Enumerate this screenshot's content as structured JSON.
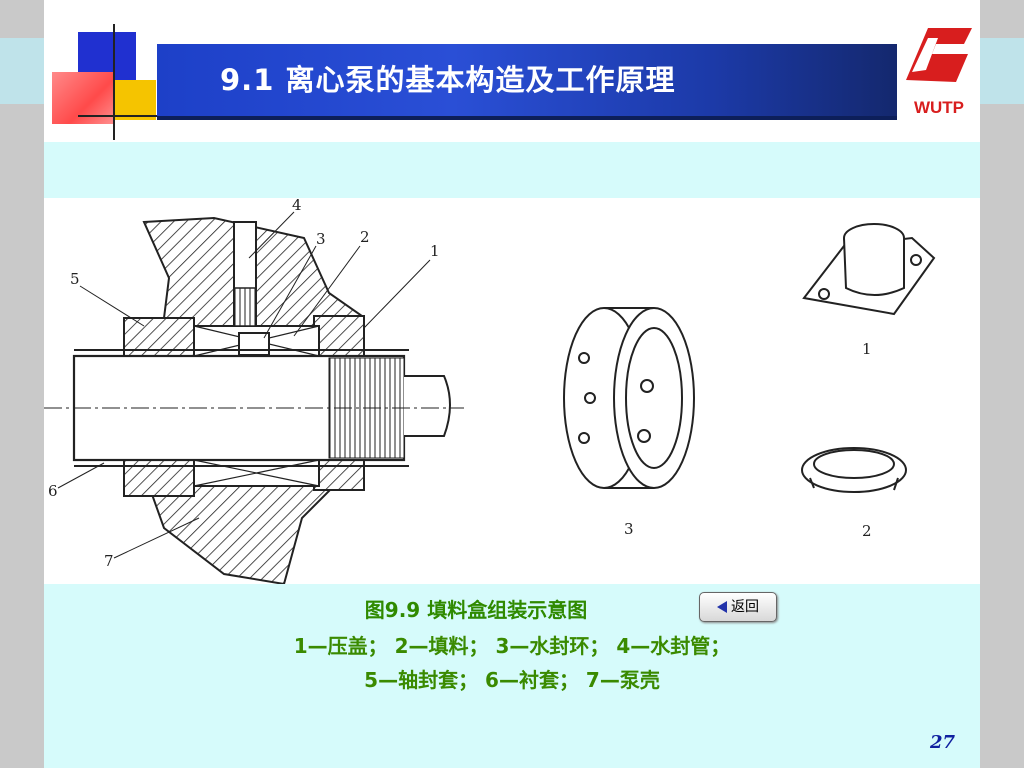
{
  "slide": {
    "title": "9.1  离心泵的基本构造及工作原理",
    "logo_text": "WUTP",
    "figure_caption": "图9.9  填料盒组装示意图",
    "legend_line1": "1—压盖；  2—填料；  3—水封环；  4—水封管；",
    "legend_line2": "5—轴封套；  6—衬套；  7—泵壳",
    "back_button_label": "返回",
    "page_number": "27"
  },
  "diagram": {
    "labels": [
      "1",
      "2",
      "3",
      "4",
      "5",
      "6",
      "7"
    ],
    "part_labels": [
      "1",
      "2",
      "3"
    ]
  },
  "colors": {
    "title_bar": "#2a4fd6",
    "caption_green": "#3a8a00",
    "background_cyan": "#d6fbfb",
    "logo_red": "#d81e1e"
  }
}
